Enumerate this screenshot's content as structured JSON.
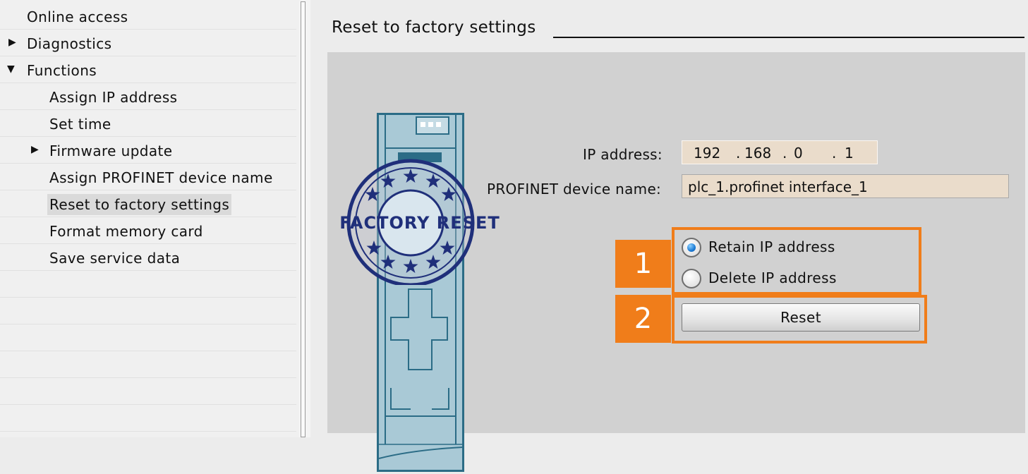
{
  "nav": {
    "items": [
      {
        "label": "Online access",
        "arrow": ""
      },
      {
        "label": "Diagnostics",
        "arrow": "collapsed"
      },
      {
        "label": "Functions",
        "arrow": "expanded"
      },
      {
        "label": "Assign IP address",
        "arrow": ""
      },
      {
        "label": "Set time",
        "arrow": ""
      },
      {
        "label": "Firmware update",
        "arrow": "collapsed"
      },
      {
        "label": "Assign PROFINET device name",
        "arrow": ""
      },
      {
        "label": "Reset to factory settings",
        "arrow": "",
        "selected": true
      },
      {
        "label": "Format memory card",
        "arrow": ""
      },
      {
        "label": "Save service data",
        "arrow": ""
      }
    ]
  },
  "main": {
    "title": "Reset to factory settings",
    "stamp_text": "FACTORY RESET",
    "ip_label": "IP address:",
    "ip_octets": [
      "192",
      "168",
      "0",
      "1"
    ],
    "ip_separator": ".",
    "device_name_label": "PROFINET device name:",
    "device_name_value": "plc_1.profinet interface_1",
    "options": {
      "retain_label": "Retain IP address",
      "delete_label": "Delete IP address",
      "selected": "retain"
    },
    "reset_label": "Reset",
    "callouts": [
      "1",
      "2"
    ]
  },
  "colors": {
    "callout": "#f07d1a",
    "field_bg": "#eadccb",
    "panel_bg": "#d1d1d1",
    "device_blue": "#a9c9d6",
    "device_outline": "#2b6c86",
    "stamp_blue": "#1f2f7a"
  },
  "icons": [
    "expand-arrow-icon",
    "collapse-arrow-icon",
    "radio-button-icon"
  ]
}
